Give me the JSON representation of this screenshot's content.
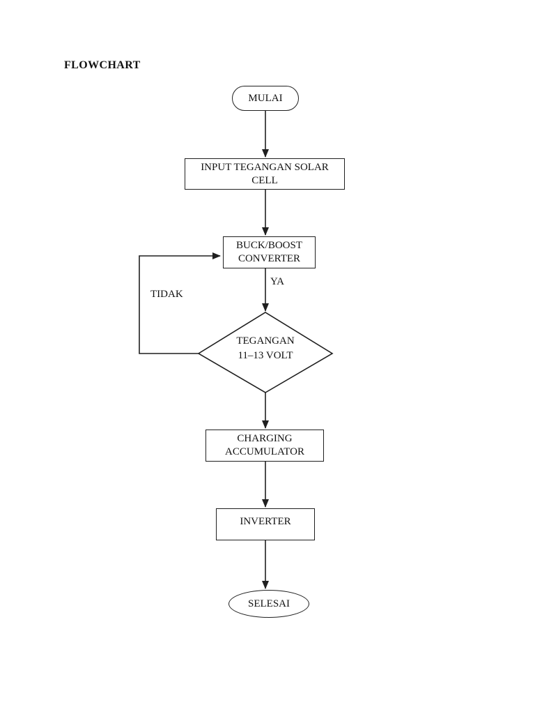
{
  "page": {
    "title": "FLOWCHART",
    "background_color": "#ffffff",
    "line_color": "#1f1f1f"
  },
  "flowchart": {
    "nodes": {
      "start": {
        "type": "terminator",
        "label": "MULAI"
      },
      "input": {
        "type": "process",
        "label": "INPUT TEGANGAN SOLAR CELL"
      },
      "converter": {
        "type": "process",
        "label": "BUCK/BOOST CONVERTER"
      },
      "decision": {
        "type": "decision",
        "lines": [
          "TEGANGAN",
          "11–13 VOLT"
        ]
      },
      "charging": {
        "type": "process",
        "label": "CHARGING ACCUMULATOR"
      },
      "inverter": {
        "type": "process",
        "label": "INVERTER"
      },
      "end": {
        "type": "terminator",
        "label": "SELESAI"
      }
    },
    "edge_labels": {
      "yes": "YA",
      "no": "TIDAK"
    },
    "flow_order": [
      "MULAI",
      "INPUT TEGANGAN SOLAR CELL",
      "BUCK/BOOST CONVERTER",
      "TEGANGAN 11–13 VOLT (decision: YA -> lanjut, TIDAK -> kembali ke BUCK/BOOST CONVERTER)",
      "CHARGING ACCUMULATOR",
      "INVERTER",
      "SELESAI"
    ]
  }
}
